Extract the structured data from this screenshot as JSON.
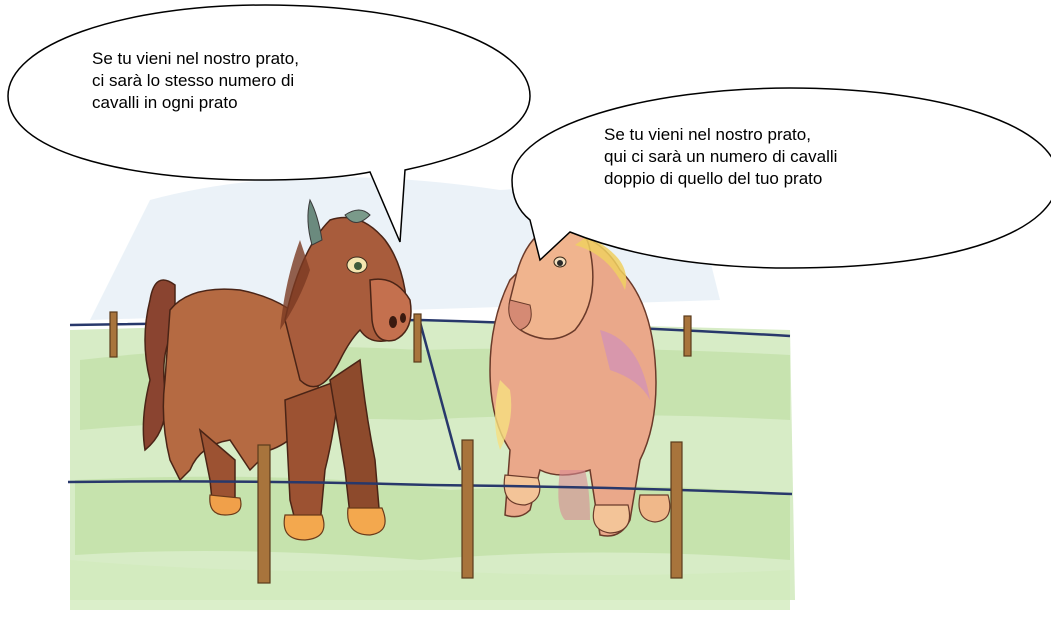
{
  "speech_bubbles": {
    "left": {
      "lines": [
        "Se tu vieni nel nostro prato,",
        "ci sarà lo stesso numero di",
        "cavalli in ogni prato"
      ]
    },
    "right": {
      "lines": [
        "Se tu vieni nel nostro prato,",
        "qui  ci sarà un numero di cavalli",
        "doppio di quello del tuo prato"
      ]
    }
  },
  "illustration": {
    "subjects": [
      "horse-brown",
      "horse-cream"
    ],
    "colors": {
      "grass": "#cfe8b8",
      "sky_wash": "#d8e6f2",
      "fence_wire": "#28386b",
      "post": "#a8743c",
      "brown_horse": "#a45a3a",
      "cream_horse": "#e7a878",
      "hooves": "#f0a04a"
    }
  }
}
